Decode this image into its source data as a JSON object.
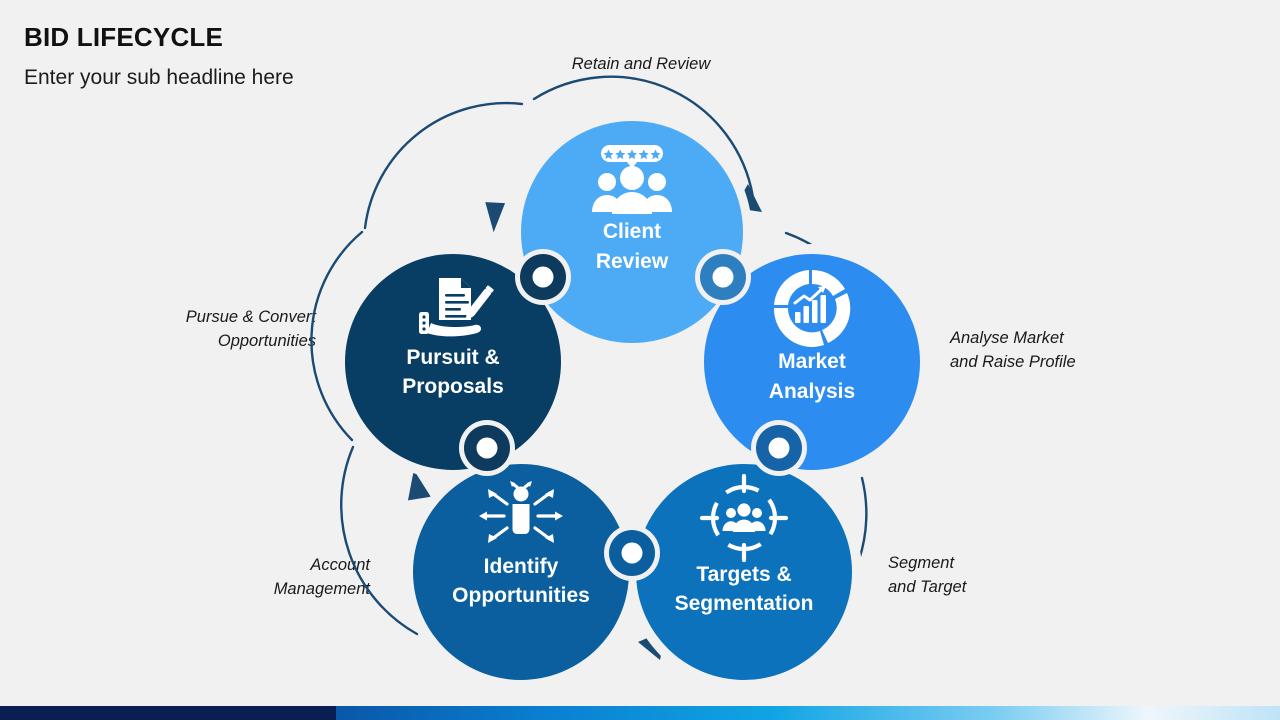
{
  "header": {
    "title": "BID LIFECYCLE",
    "subtitle": "Enter your sub headline here"
  },
  "captions": {
    "retain": "Retain and Review",
    "analyse": "Analyse Market\nand Raise Profile",
    "segment": "Segment\nand Target",
    "account": "Account\nManagement",
    "pursue": "Pursue & Convert\nOpportunities"
  },
  "nodes": [
    {
      "id": "client-review",
      "line1": "Client",
      "line2": "Review",
      "color": "#4DAAF5",
      "icon": "people-rating-icon"
    },
    {
      "id": "market-analysis",
      "line1": "Market",
      "line2": "Analysis",
      "color": "#2D8CF0",
      "icon": "donut-chart-icon"
    },
    {
      "id": "targets-segmentation",
      "line1": "Targets &",
      "line2": "Segmentation",
      "color": "#0D72BC",
      "icon": "target-audience-icon"
    },
    {
      "id": "identify-opportunities",
      "line1": "Identify",
      "line2": "Opportunities",
      "color": "#0B5F9E",
      "icon": "person-arrows-icon"
    },
    {
      "id": "pursuit-proposals",
      "line1": "Pursuit &",
      "line2": "Proposals",
      "color": "#083E63",
      "icon": "hand-document-pen-icon"
    }
  ],
  "connectors": [
    {
      "id": "connector-pursuit-client",
      "color": "#0E3A5E"
    },
    {
      "id": "connector-client-market",
      "color": "#2D7FC0"
    },
    {
      "id": "connector-market-targets",
      "color": "#1763A8"
    },
    {
      "id": "connector-targets-identify",
      "color": "#0B5F9E"
    },
    {
      "id": "connector-identify-pursuit",
      "color": "#0E3A5E"
    }
  ],
  "theme": {
    "background": "#f1f1f1",
    "arrow_color": "#1b4a73",
    "bar_left": "#0a1e52"
  }
}
